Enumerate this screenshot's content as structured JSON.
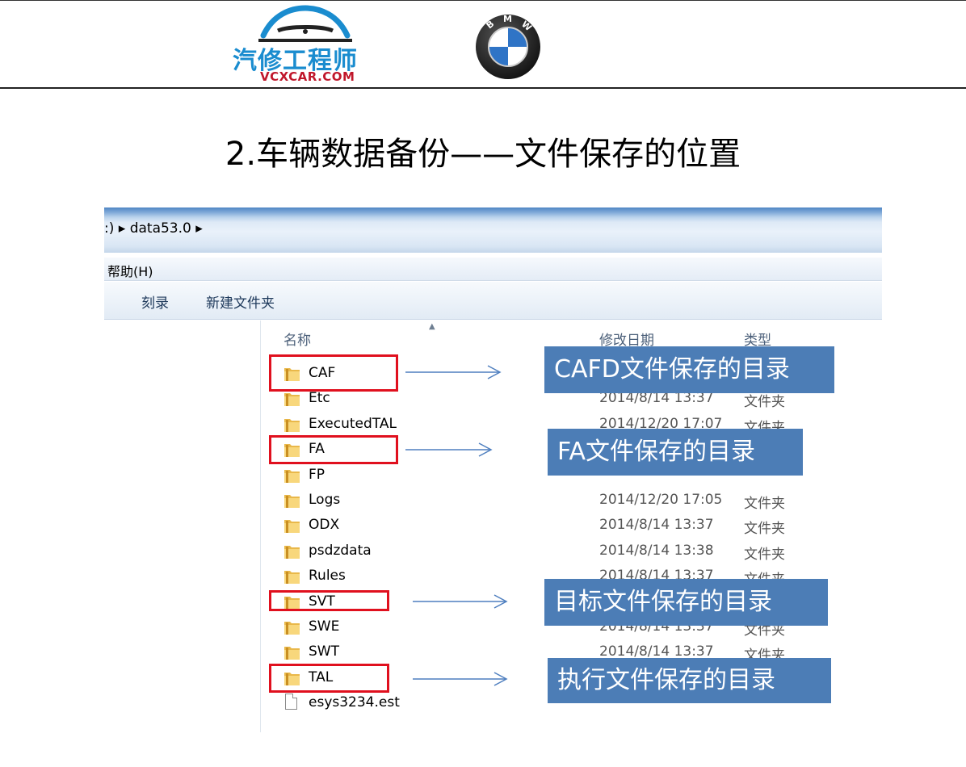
{
  "header": {
    "logo_cn": "汽修工程师",
    "logo_en": "VCXCAR.COM",
    "brand_logo": "BMW"
  },
  "slide_title": "2.车辆数据备份——文件保存的位置",
  "explorer": {
    "address": ":) ▸ data53.0 ▸",
    "menu_help": "帮助(H)",
    "toolbar": {
      "burn": "刻录",
      "new_folder": "新建文件夹"
    },
    "columns": {
      "name": "名称",
      "date": "修改日期",
      "type": "类型"
    },
    "rows": [
      {
        "name": "CAF",
        "date": "",
        "type": ""
      },
      {
        "name": "Etc",
        "date": "2014/8/14 13:37",
        "type": "文件夹"
      },
      {
        "name": "ExecutedTAL",
        "date": "2014/12/20 17:07",
        "type": "文件夹"
      },
      {
        "name": "FA",
        "date": "",
        "type": ""
      },
      {
        "name": "FP",
        "date": "",
        "type": ""
      },
      {
        "name": "Logs",
        "date": "2014/12/20 17:05",
        "type": "文件夹"
      },
      {
        "name": "ODX",
        "date": "2014/8/14 13:37",
        "type": "文件夹"
      },
      {
        "name": "psdzdata",
        "date": "2014/8/14 13:38",
        "type": "文件夹"
      },
      {
        "name": "Rules",
        "date": "2014/8/14 13:37",
        "type": "文件夹"
      },
      {
        "name": "SVT",
        "date": "",
        "type": ""
      },
      {
        "name": "SWE",
        "date": "2014/8/14 13:37",
        "type": "文件夹"
      },
      {
        "name": "SWT",
        "date": "2014/8/14 13:37",
        "type": "文件夹"
      },
      {
        "name": "TAL",
        "date": "",
        "type": ""
      },
      {
        "name": "esys3234.est",
        "date": "",
        "type": ""
      }
    ]
  },
  "callouts": {
    "caf": "CAFD文件保存的目录",
    "fa": "FA文件保存的目录",
    "svt": "目标文件保存的目录",
    "tal": "执行文件保存的目录"
  },
  "colors": {
    "callout_bg": "#4c7db6",
    "highlight_border": "#e0101e",
    "arrow": "#4f7fbf",
    "logo_blue": "#1a8ccf",
    "logo_red": "#c0172b"
  }
}
